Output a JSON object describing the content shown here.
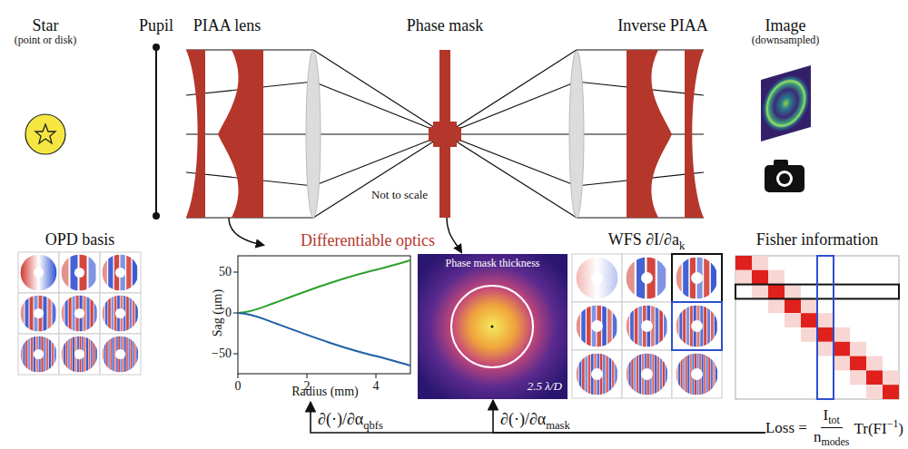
{
  "diagram": {
    "nodes": [
      {
        "text": [
          "Phase mask thickness",
          "2.5 λ/D"
        ]
      },
      {
        "text": [
          "Loss =",
          "Itot",
          "nmodes",
          "Tr(FI−1)"
        ]
      },
      {
        "text": [
          "Sag (μm)",
          "Radius (mm)"
        ]
      }
    ],
    "edges": [
      {
        "from": 1,
        "to": 2,
        "arrow": "to",
        "label": "∂(·)/∂αqbfs"
      },
      {
        "from": 1,
        "to": 0,
        "arrow": "to",
        "label": "∂(·)/∂αmask"
      }
    ],
    "labels": [
      "Star",
      "(point or disk)",
      "Pupil",
      "PIAA lens",
      "Phase mask",
      "Inverse PIAA",
      "Image",
      "(downsampled)",
      "Not to scale",
      "OPD basis",
      "Differentiable optics",
      "WFS ∂I/∂ak",
      "Fisher information",
      "50",
      "0",
      "−50",
      "0",
      "2",
      "4"
    ]
  }
}
